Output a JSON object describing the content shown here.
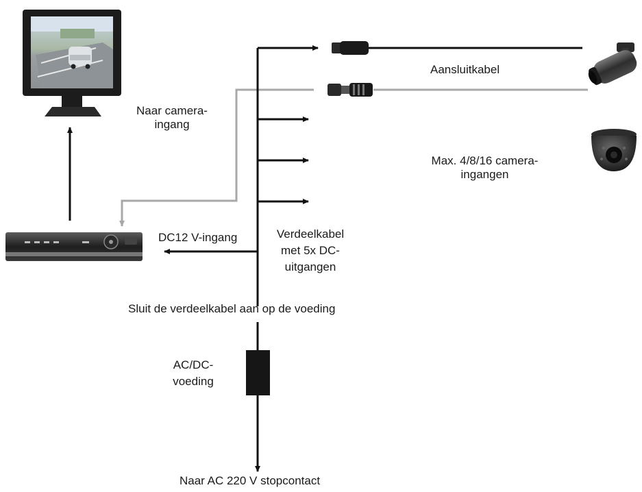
{
  "labels": {
    "camera_input": [
      "Naar camera-",
      "ingang"
    ],
    "connection_cable": "Aansluitkabel",
    "max_inputs": [
      "Max. 4/8/16 camera-",
      "ingangen"
    ],
    "dc_input": "DC12 V-ingang",
    "splitter_cable": [
      "Verdeelkabel",
      "met 5x DC-",
      "uitgangen"
    ],
    "connect_instruction": "Sluit de verdeelkabel aan op de voeding",
    "power_supply": [
      "AC/DC-",
      "voeding"
    ],
    "outlet": "Naar AC 220 V stopcontact"
  },
  "devices": [
    {
      "name": "monitor",
      "icon": "monitor-icon"
    },
    {
      "name": "dvr",
      "icon": "dvr-recorder-icon"
    },
    {
      "name": "bullet-camera",
      "icon": "bullet-camera-icon"
    },
    {
      "name": "dome-camera",
      "icon": "dome-camera-icon"
    },
    {
      "name": "power-adapter",
      "icon": "power-adapter-icon"
    }
  ],
  "colors": {
    "power_line": "#111111",
    "video_line": "#a8a8a8"
  }
}
